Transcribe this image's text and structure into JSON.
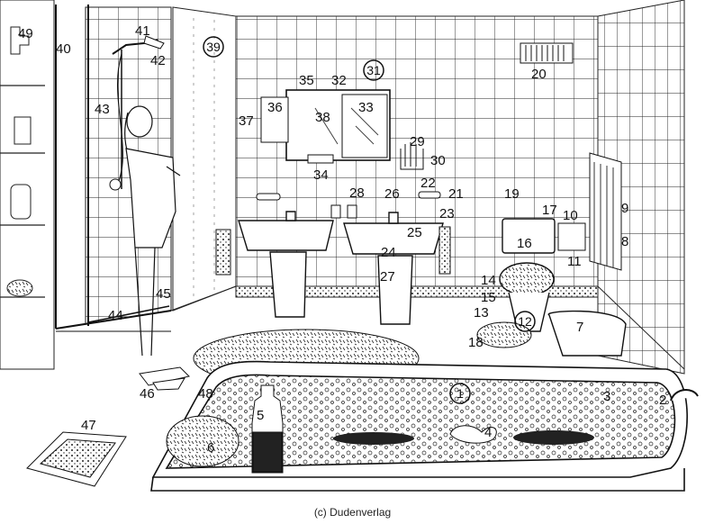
{
  "labels": [
    "1",
    "2",
    "3",
    "4",
    "5",
    "6",
    "7",
    "8",
    "9",
    "10",
    "11",
    "12",
    "13",
    "14",
    "15",
    "16",
    "17",
    "18",
    "19",
    "20",
    "21",
    "22",
    "23",
    "24",
    "25",
    "26",
    "27",
    "28",
    "29",
    "30",
    "31",
    "32",
    "33",
    "34",
    "35",
    "36",
    "37",
    "38",
    "39",
    "40",
    "41",
    "42",
    "43",
    "44",
    "45",
    "46",
    "47",
    "48",
    "49"
  ],
  "circled_labels": [
    "1",
    "12",
    "31",
    "39"
  ],
  "caption": "(c) Dudenverlag"
}
